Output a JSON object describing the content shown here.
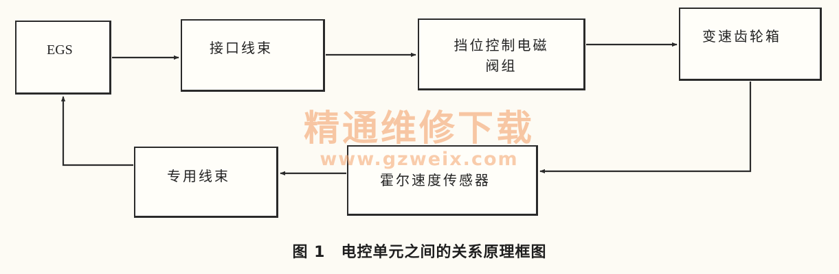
{
  "nodes": {
    "egs": "EGS",
    "wiring_harness": "接口线束",
    "shift_solenoid_line1": "挡位控制电磁",
    "shift_solenoid_line2": "阀组",
    "gearbox": "变速齿轮箱",
    "hall_sensor": "霍尔速度传感器",
    "dedicated_harness": "专用线束"
  },
  "caption": "图 1　电控单元之间的关系原理框图",
  "watermark": {
    "cn": "精通维修下载",
    "url": "www.gzweix.com"
  },
  "colors": {
    "line": "#2a2a2a",
    "watermark": "#f4a36c"
  }
}
